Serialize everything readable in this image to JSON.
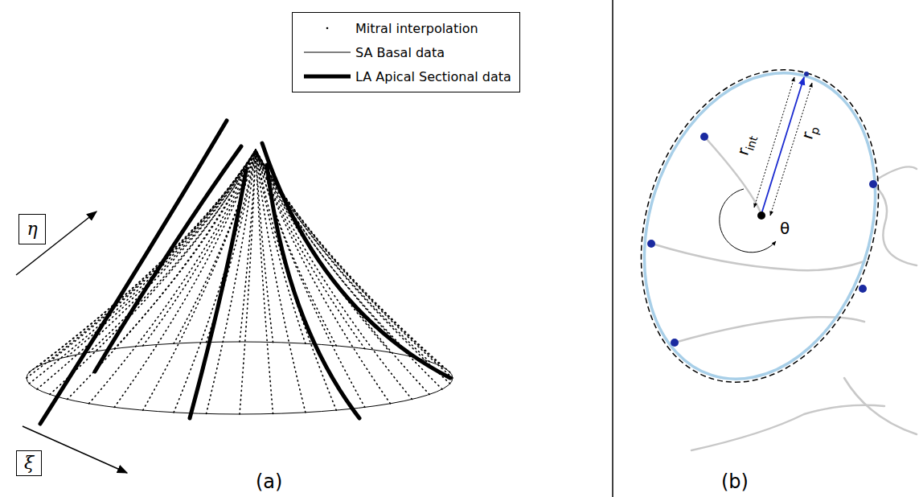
{
  "diagram": {
    "nodes": [
      {
        "text": [
          "η"
        ]
      },
      {
        "text": [
          "ξ"
        ]
      }
    ],
    "labels": [
      "(a)",
      "(b)",
      "r",
      "int",
      "r",
      "p",
      "θ"
    ],
    "legend": [
      {
        "text": "Mitral interpolation"
      },
      {
        "text": "SA Basal data"
      },
      {
        "text": "LA Apical Sectional data"
      }
    ]
  }
}
